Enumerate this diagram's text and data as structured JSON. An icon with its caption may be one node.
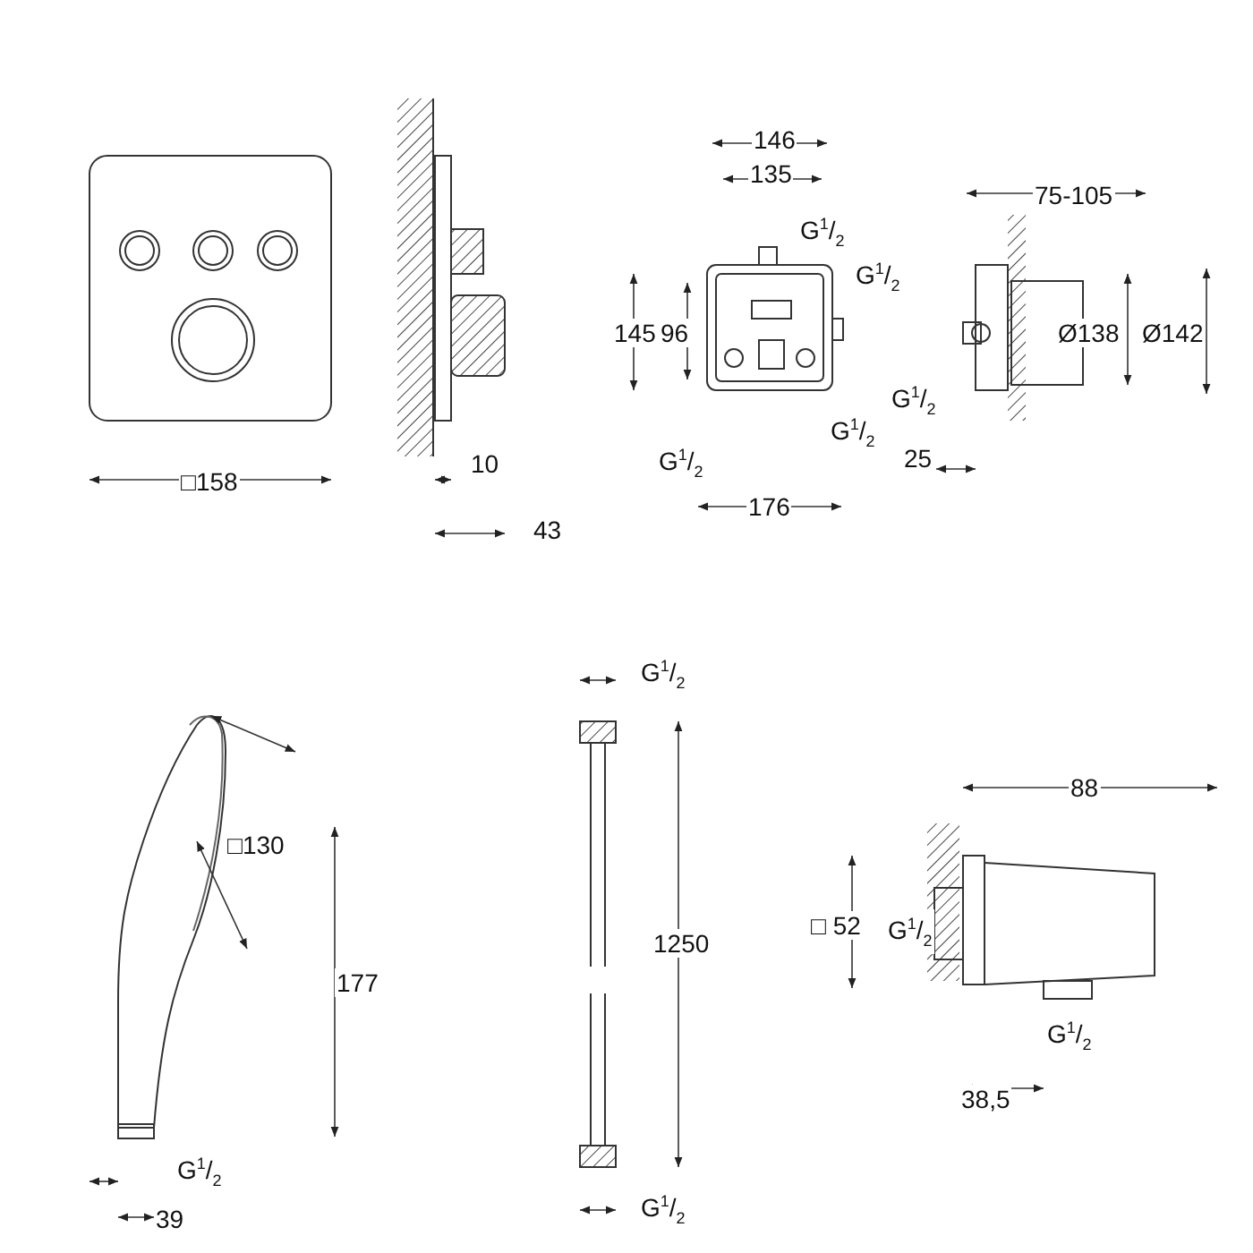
{
  "diagram": {
    "labels": [
      "□158",
      "10",
      "43",
      "146",
      "135",
      "G$^{1}$/$_{2}$",
      "G$^{1}$/$_{2}$",
      "145",
      "96",
      "G$^{1}$/$_{2}$",
      "G$^{1}$/$_{2}$",
      "G$^{1}$/$_{2}$",
      "176",
      "75-105",
      "Ø138",
      "Ø142",
      "25",
      "□130",
      "177",
      "G$^{1}$/$_{2}$",
      "39",
      "G$^{1}$/$_{2}$",
      "1250",
      "G$^{1}$/$_{2}$",
      "88",
      "□ 52",
      "G$^{1}$/$_{2}$",
      "G$^{1}$/$_{2}$",
      "38,5"
    ]
  }
}
